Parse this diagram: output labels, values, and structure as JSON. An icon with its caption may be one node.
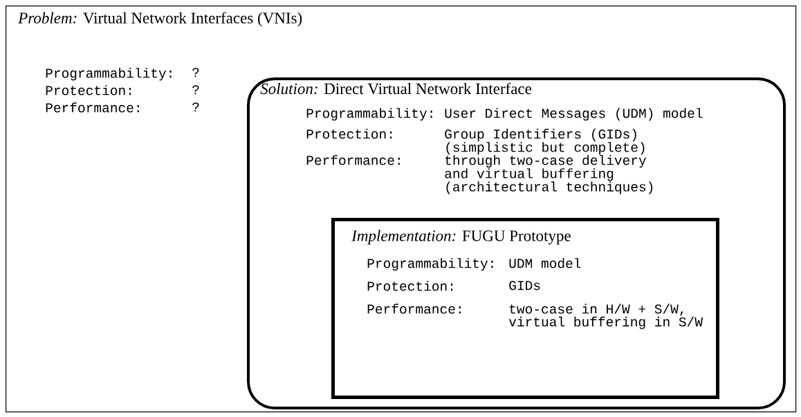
{
  "diagram": {
    "nodes": [
      {
        "text": [
          "*Problem:* Virtual Network Interfaces (VNIs)",
          "Programmability:",
          "?",
          "Protection:",
          "?",
          "Performance:",
          "?"
        ]
      },
      {
        "text": [
          "*Solution:* Direct Virtual Network Interface",
          "Programmability:",
          "User Direct Messages (UDM) model",
          "Protection:",
          "Group Identifiers (GIDs) (simplistic but complete)",
          "Performance:",
          "through two-case delivery and virtual buffering (architectural techniques)"
        ],
        "in": 0
      },
      {
        "text": [
          "*Implementation:* FUGU Prototype",
          "Programmability:",
          "UDM model",
          "Protection:",
          "GIDs",
          "Performance:",
          "two-case in H/W + S/W, virtual buffering in S/W"
        ],
        "in": 1
      }
    ]
  }
}
